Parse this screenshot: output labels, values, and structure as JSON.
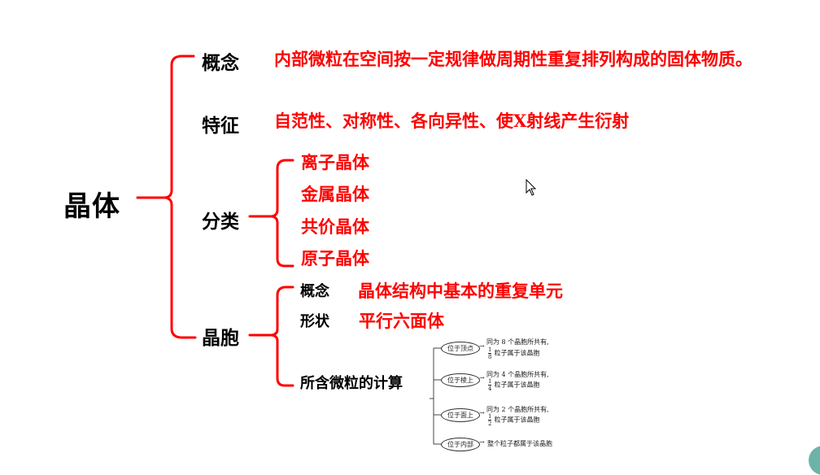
{
  "root": {
    "label": "晶体"
  },
  "branches": {
    "concept": {
      "label": "概念",
      "text": "内部微粒在空间按一定规律做周期性重复排列构成的固体物质。"
    },
    "feature": {
      "label": "特征",
      "text": "自范性、对称性、各向异性、使X射线产生衍射"
    },
    "classification": {
      "label": "分类",
      "items": [
        "离子晶体",
        "金属晶体",
        "共价晶体",
        "原子晶体"
      ]
    },
    "unit_cell": {
      "label": "晶胞",
      "concept": {
        "label": "概念",
        "text": "晶体结构中基本的重复单元"
      },
      "shape": {
        "label": "形状",
        "text": "平行六面体"
      },
      "calc": {
        "label": "所含微粒的计算",
        "rows": [
          {
            "position": "位于顶点",
            "line1": "同为 8 个晶胞所共有,",
            "numerator": "1",
            "denominator": "8",
            "line2": "粒子属于该晶胞"
          },
          {
            "position": "位于棱上",
            "line1": "同为 4 个晶胞所共有,",
            "numerator": "1",
            "denominator": "4",
            "line2": "粒子属于该晶胞"
          },
          {
            "position": "位于面上",
            "line1": "同为 2 个晶胞所共有,",
            "numerator": "1",
            "denominator": "2",
            "line2": "粒子属于该晶胞"
          },
          {
            "position": "位于内部",
            "line1": "整个粒子都属于该晶胞"
          }
        ]
      }
    }
  },
  "colors": {
    "bracket": "#ff0000",
    "accent_text": "#ff0000",
    "label_text": "#000000",
    "corner_button": "#6db3a8"
  },
  "arrow_glyph": "→"
}
